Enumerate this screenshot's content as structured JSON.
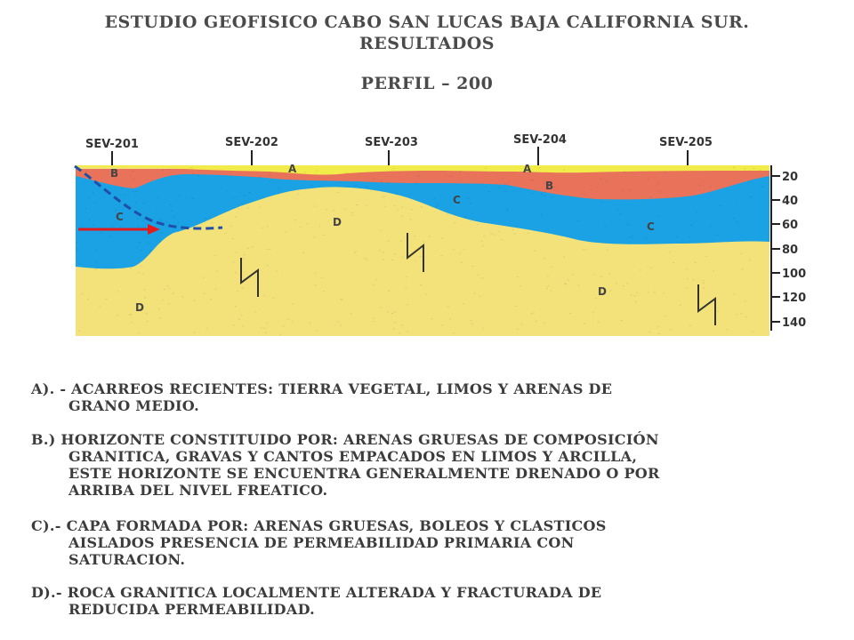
{
  "header": {
    "title_line1": "ESTUDIO GEOFISICO CABO SAN LUCAS BAJA CALIFORNIA SUR.",
    "title_line2": "RESULTADOS",
    "profile": "PERFIL – 200"
  },
  "section": {
    "soundings": [
      "SEV-201",
      "SEV-202",
      "SEV-203",
      "SEV-204",
      "SEV-205"
    ],
    "depth_ticks": [
      "20",
      "40",
      "60",
      "80",
      "100",
      "120",
      "140"
    ],
    "unit_labels": {
      "a1": "A",
      "a2": "A",
      "b1": "B",
      "b2": "B",
      "c1": "C",
      "c2": "C",
      "c3": "C",
      "d1": "D",
      "d2": "D",
      "d3": "D"
    },
    "colors": {
      "A": "#f2ec4a",
      "B": "#e8735a",
      "C": "#1aa2e4",
      "D": "#f3e27a",
      "dashed_line": "#1f4fa8",
      "arrow": "#e41b1b",
      "fault": "#333333"
    }
  },
  "legend": {
    "A": {
      "line1": "A). - ACARREOS RECIENTES: TIERRA VEGETAL, LIMOS Y ARENAS DE",
      "line2": "GRANO MEDIO."
    },
    "B": {
      "line1": "B.) HORIZONTE CONSTITUIDO POR: ARENAS GRUESAS DE COMPOSICIÓN",
      "line2": "GRANITICA, GRAVAS Y CANTOS EMPACADOS EN LIMOS Y ARCILLA,",
      "line3": "ESTE HORIZONTE  SE ENCUENTRA GENERALMENTE DRENADO O POR",
      "line4": "ARRIBA DEL NIVEL FREATICO."
    },
    "C": {
      "line1": "C).- CAPA FORMADA POR: ARENAS GRUESAS, BOLEOS Y CLASTICOS",
      "line2": "AISLADOS PRESENCIA DE PERMEABILIDAD PRIMARIA CON",
      "line3": "SATURACION."
    },
    "D": {
      "line1": "D).- ROCA GRANITICA   LOCALMENTE ALTERADA Y FRACTURADA DE",
      "line2": "REDUCIDA PERMEABILIDAD."
    }
  }
}
